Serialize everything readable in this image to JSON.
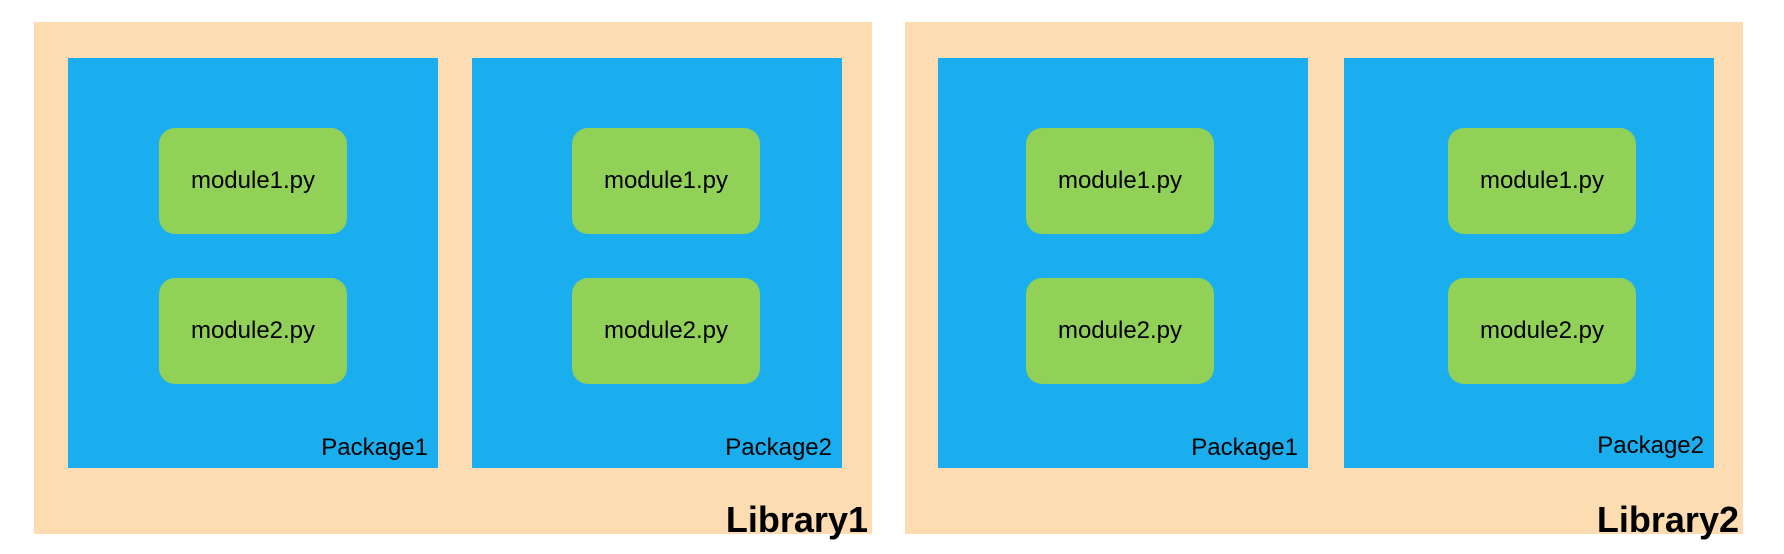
{
  "libraries": [
    {
      "label": "Library1",
      "packages": [
        {
          "label": "Package1",
          "modules": [
            "module1.py",
            "module2.py"
          ]
        },
        {
          "label": "Package2",
          "modules": [
            "module1.py",
            "module2.py"
          ]
        }
      ]
    },
    {
      "label": "Library2",
      "packages": [
        {
          "label": "Package1",
          "modules": [
            "module1.py",
            "module2.py"
          ]
        },
        {
          "label": "Package2",
          "modules": [
            "module1.py",
            "module2.py"
          ]
        }
      ]
    }
  ],
  "colors": {
    "library_fill": "#FDDCB1",
    "package_fill": "#1AAEEE",
    "module_fill": "#92D158"
  }
}
